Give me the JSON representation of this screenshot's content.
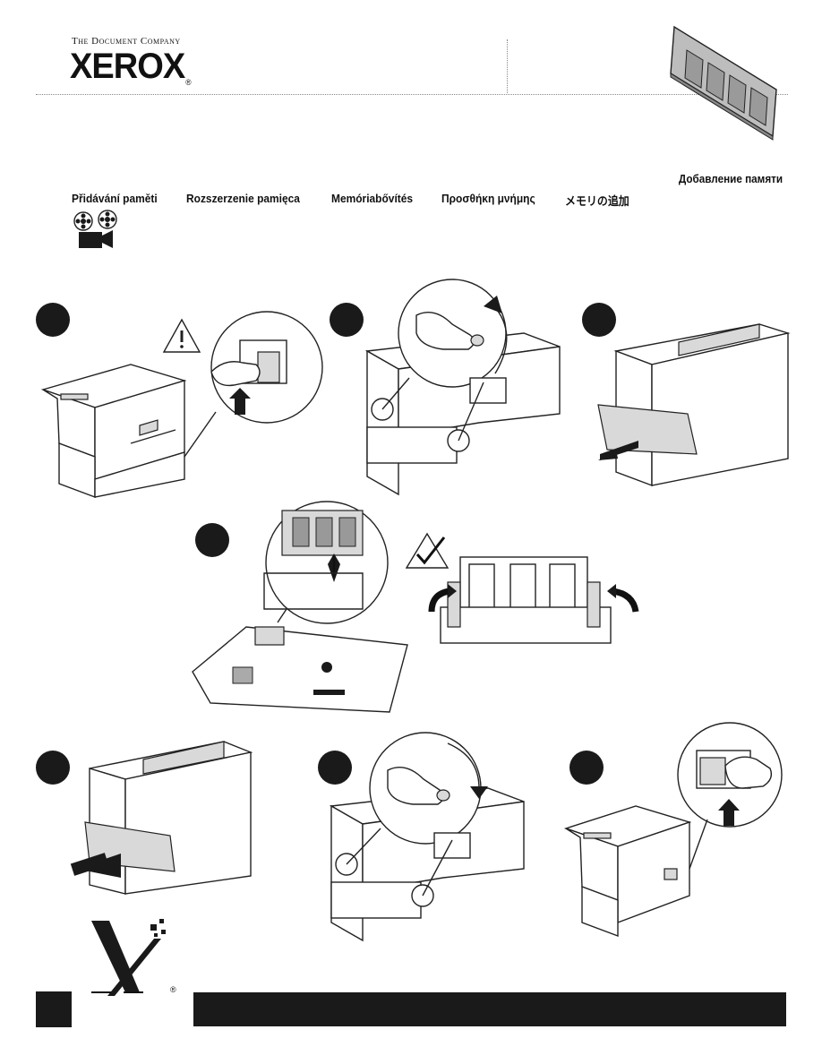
{
  "header": {
    "tagline": "The Document Company",
    "brand": "XEROX",
    "registered": "®"
  },
  "title_ru": "Добавление памяти",
  "languages": [
    "Přidávání paměti",
    "Rozszerzenie pamięca",
    "Memóriabővítés",
    "Προσθήκη μνήμης",
    "メモリの追加"
  ],
  "icons": {
    "video": "film-camera-icon",
    "memory_module": "memory-module-icon",
    "warning": "warning-triangle-icon",
    "check": "check-triangle-icon"
  },
  "footer": {
    "logo_registered": "®"
  }
}
